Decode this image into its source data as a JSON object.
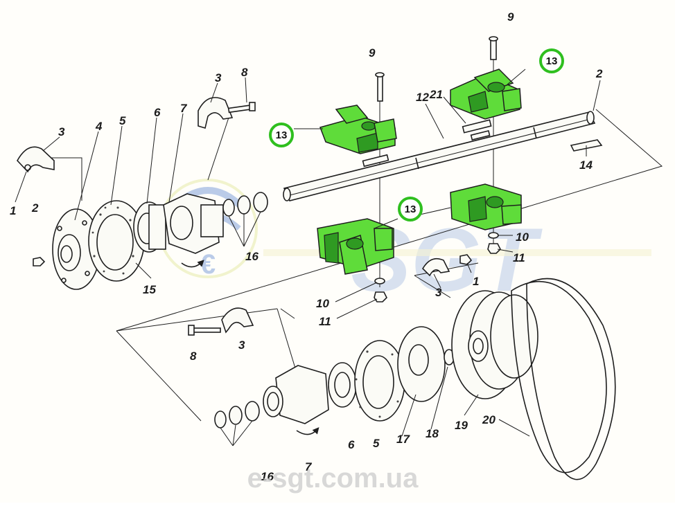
{
  "diagram": {
    "watermark_text": "SGT",
    "site": "e-sgt.com.ua",
    "highlight_color": "#5fdc3a",
    "callout_ring_color": "#2fbf1f",
    "labels": {
      "l1a": "1",
      "l1b": "1",
      "l2a": "2",
      "l2b": "2",
      "l3a": "3",
      "l3b": "3",
      "l3c": "3",
      "l3d": "3",
      "l4": "4",
      "l5a": "5",
      "l5b": "5",
      "l6a": "6",
      "l6b": "6",
      "l7a": "7",
      "l7b": "7",
      "l8a": "8",
      "l8b": "8",
      "l9a": "9",
      "l9b": "9",
      "l10a": "10",
      "l10b": "10",
      "l11a": "11",
      "l11b": "11",
      "l12": "12",
      "l13a": "13",
      "l13b": "13",
      "l13c": "13",
      "l14": "14",
      "l15": "15",
      "l16a": "16",
      "l16b": "16",
      "l17": "17",
      "l18": "18",
      "l19": "19",
      "l20": "20",
      "l21": "21"
    }
  }
}
